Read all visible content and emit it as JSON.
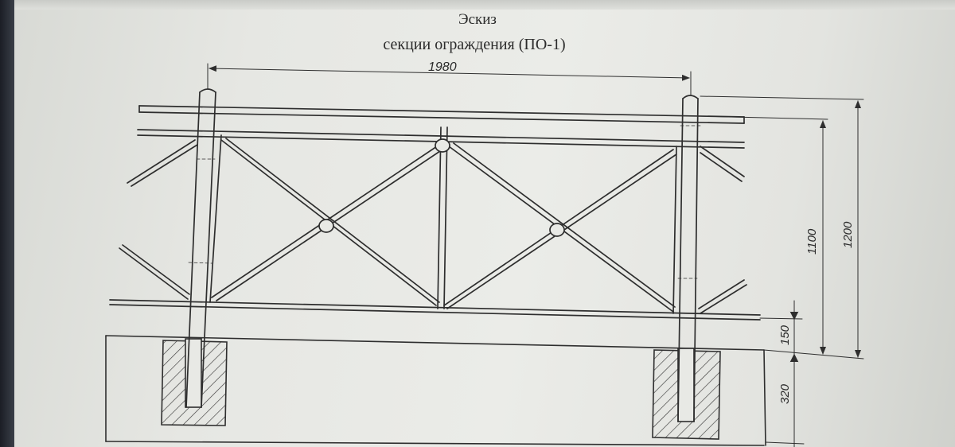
{
  "title": {
    "line1": "Эскиз",
    "line2": "секции ограждения (ПО-1)"
  },
  "dimensions": {
    "width": "1980",
    "height_panel": "1100",
    "height_total": "1200",
    "gap_bottom": "150",
    "depth_foundation": "320"
  },
  "colors": {
    "line": "#2e2e2e",
    "paper": "#e8e9e5",
    "hatch": "#3a3a3a"
  }
}
